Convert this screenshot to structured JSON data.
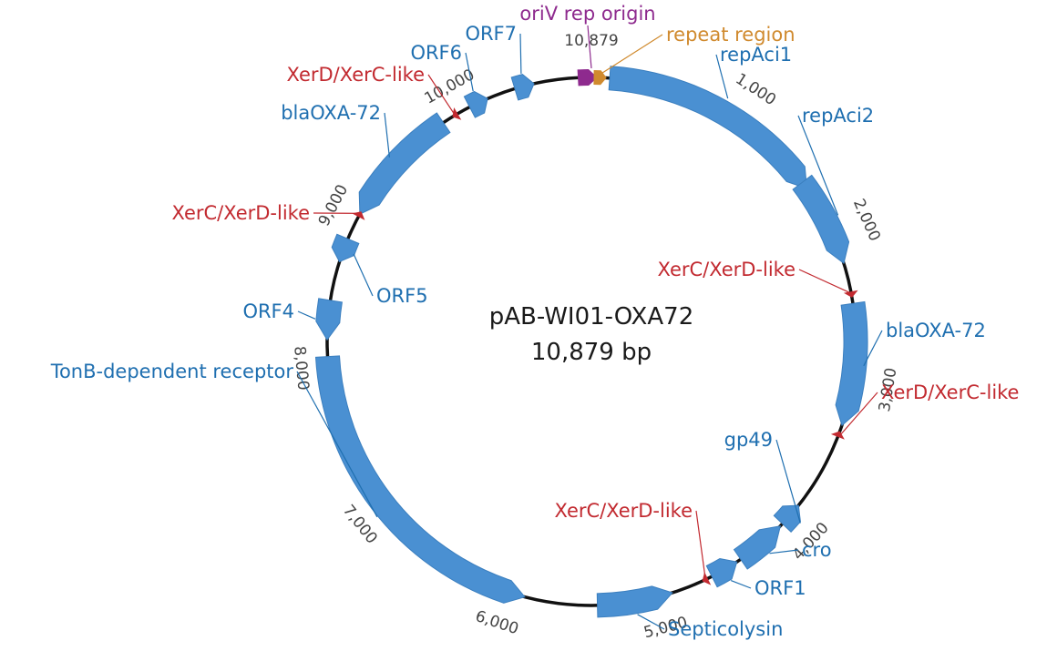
{
  "plasmid": {
    "name": "pAB-WI01-OXA72",
    "size_label": "10,879 bp",
    "length_bp": 10879
  },
  "colors": {
    "backbone": "#111111",
    "cds": "#4a90d2",
    "cds_label": "#1f6fb0",
    "xer_site": "#c22a30",
    "origin": "#8e2a8e",
    "repeat_region": "#d08a2e",
    "tick_text": "#444444"
  },
  "ticks": [
    {
      "label": "1,000",
      "bp": 1000
    },
    {
      "label": "2,000",
      "bp": 2000
    },
    {
      "label": "3,000",
      "bp": 3000
    },
    {
      "label": "4,000",
      "bp": 4000
    },
    {
      "label": "5,000",
      "bp": 5000
    },
    {
      "label": "6,000",
      "bp": 6000
    },
    {
      "label": "7,000",
      "bp": 7000
    },
    {
      "label": "8,000",
      "bp": 8000
    },
    {
      "label": "9,000",
      "bp": 9000
    },
    {
      "label": "10,000",
      "bp": 10000
    },
    {
      "label": "10,879",
      "bp": 10879
    }
  ],
  "features": [
    {
      "name": "repAci1",
      "type": "cds",
      "start": 120,
      "end": 1650,
      "strand": 1
    },
    {
      "name": "repAci2",
      "type": "cds",
      "start": 1600,
      "end": 2200,
      "strand": 1
    },
    {
      "name": "blaOXA-72",
      "type": "cds",
      "start": 2470,
      "end": 3280,
      "strand": 1
    },
    {
      "name": "gp49",
      "type": "cds",
      "start": 3880,
      "end": 4040,
      "strand": -1
    },
    {
      "name": "cro",
      "type": "cds",
      "start": 4060,
      "end": 4400,
      "strand": -1
    },
    {
      "name": "ORF1",
      "type": "cds",
      "start": 4430,
      "end": 4620,
      "strand": -1
    },
    {
      "name": "Septicolysin",
      "type": "cds",
      "start": 4900,
      "end": 5400,
      "strand": -1
    },
    {
      "name": "TonB-dependent receptor",
      "type": "cds",
      "start": 5880,
      "end": 8060,
      "strand": -1
    },
    {
      "name": "ORF4",
      "type": "cds",
      "start": 8170,
      "end": 8430,
      "strand": -1
    },
    {
      "name": "ORF5",
      "type": "cds",
      "start": 8690,
      "end": 8850,
      "strand": -1
    },
    {
      "name": "blaOXA-72",
      "type": "cds",
      "start": 9030,
      "end": 9850,
      "strand": -1
    },
    {
      "name": "ORF6",
      "type": "cds",
      "start": 10050,
      "end": 10180,
      "strand": 1
    },
    {
      "name": "ORF7",
      "type": "cds",
      "start": 10370,
      "end": 10500,
      "strand": 1
    },
    {
      "name": "XerC/XerD-like",
      "type": "xer",
      "start": 2392,
      "end": 2430,
      "strand": 1
    },
    {
      "name": "XerD/XerC-like",
      "type": "xer",
      "start": 3320,
      "end": 3360,
      "strand": -1
    },
    {
      "name": "XerC/XerD-like",
      "type": "xer",
      "start": 4650,
      "end": 4690,
      "strand": 1
    },
    {
      "name": "XerC/XerD-like",
      "type": "xer",
      "start": 9010,
      "end": 9050,
      "strand": 1
    },
    {
      "name": "XerD/XerC-like",
      "type": "xer",
      "start": 9920,
      "end": 9960,
      "strand": -1
    },
    {
      "name": "oriV rep origin",
      "type": "origin",
      "start": 10820,
      "end": 10879,
      "strand": 1
    },
    {
      "name": "repeat region",
      "type": "repeat",
      "start": 15,
      "end": 70,
      "strand": 1
    }
  ],
  "labels": [
    {
      "feature": 0,
      "text": "repAci1"
    },
    {
      "feature": 1,
      "text": "repAci2"
    },
    {
      "feature": 13,
      "text": "XerC/XerD-like"
    },
    {
      "feature": 2,
      "text": "blaOXA-72"
    },
    {
      "feature": 14,
      "text": "XerD/XerC-like"
    },
    {
      "feature": 3,
      "text": "gp49"
    },
    {
      "feature": 4,
      "text": "cro"
    },
    {
      "feature": 5,
      "text": "ORF1"
    },
    {
      "feature": 15,
      "text": "XerC/XerD-like"
    },
    {
      "feature": 6,
      "text": "Septicolysin"
    },
    {
      "feature": 7,
      "text": "TonB-dependent receptor"
    },
    {
      "feature": 8,
      "text": "ORF4"
    },
    {
      "feature": 9,
      "text": "ORF5"
    },
    {
      "feature": 16,
      "text": "XerC/XerD-like"
    },
    {
      "feature": 10,
      "text": "blaOXA-72"
    },
    {
      "feature": 17,
      "text": "XerD/XerC-like"
    },
    {
      "feature": 11,
      "text": "ORF6"
    },
    {
      "feature": 12,
      "text": "ORF7"
    },
    {
      "feature": 18,
      "text": "oriV rep origin"
    },
    {
      "feature": 19,
      "text": "repeat region"
    }
  ]
}
